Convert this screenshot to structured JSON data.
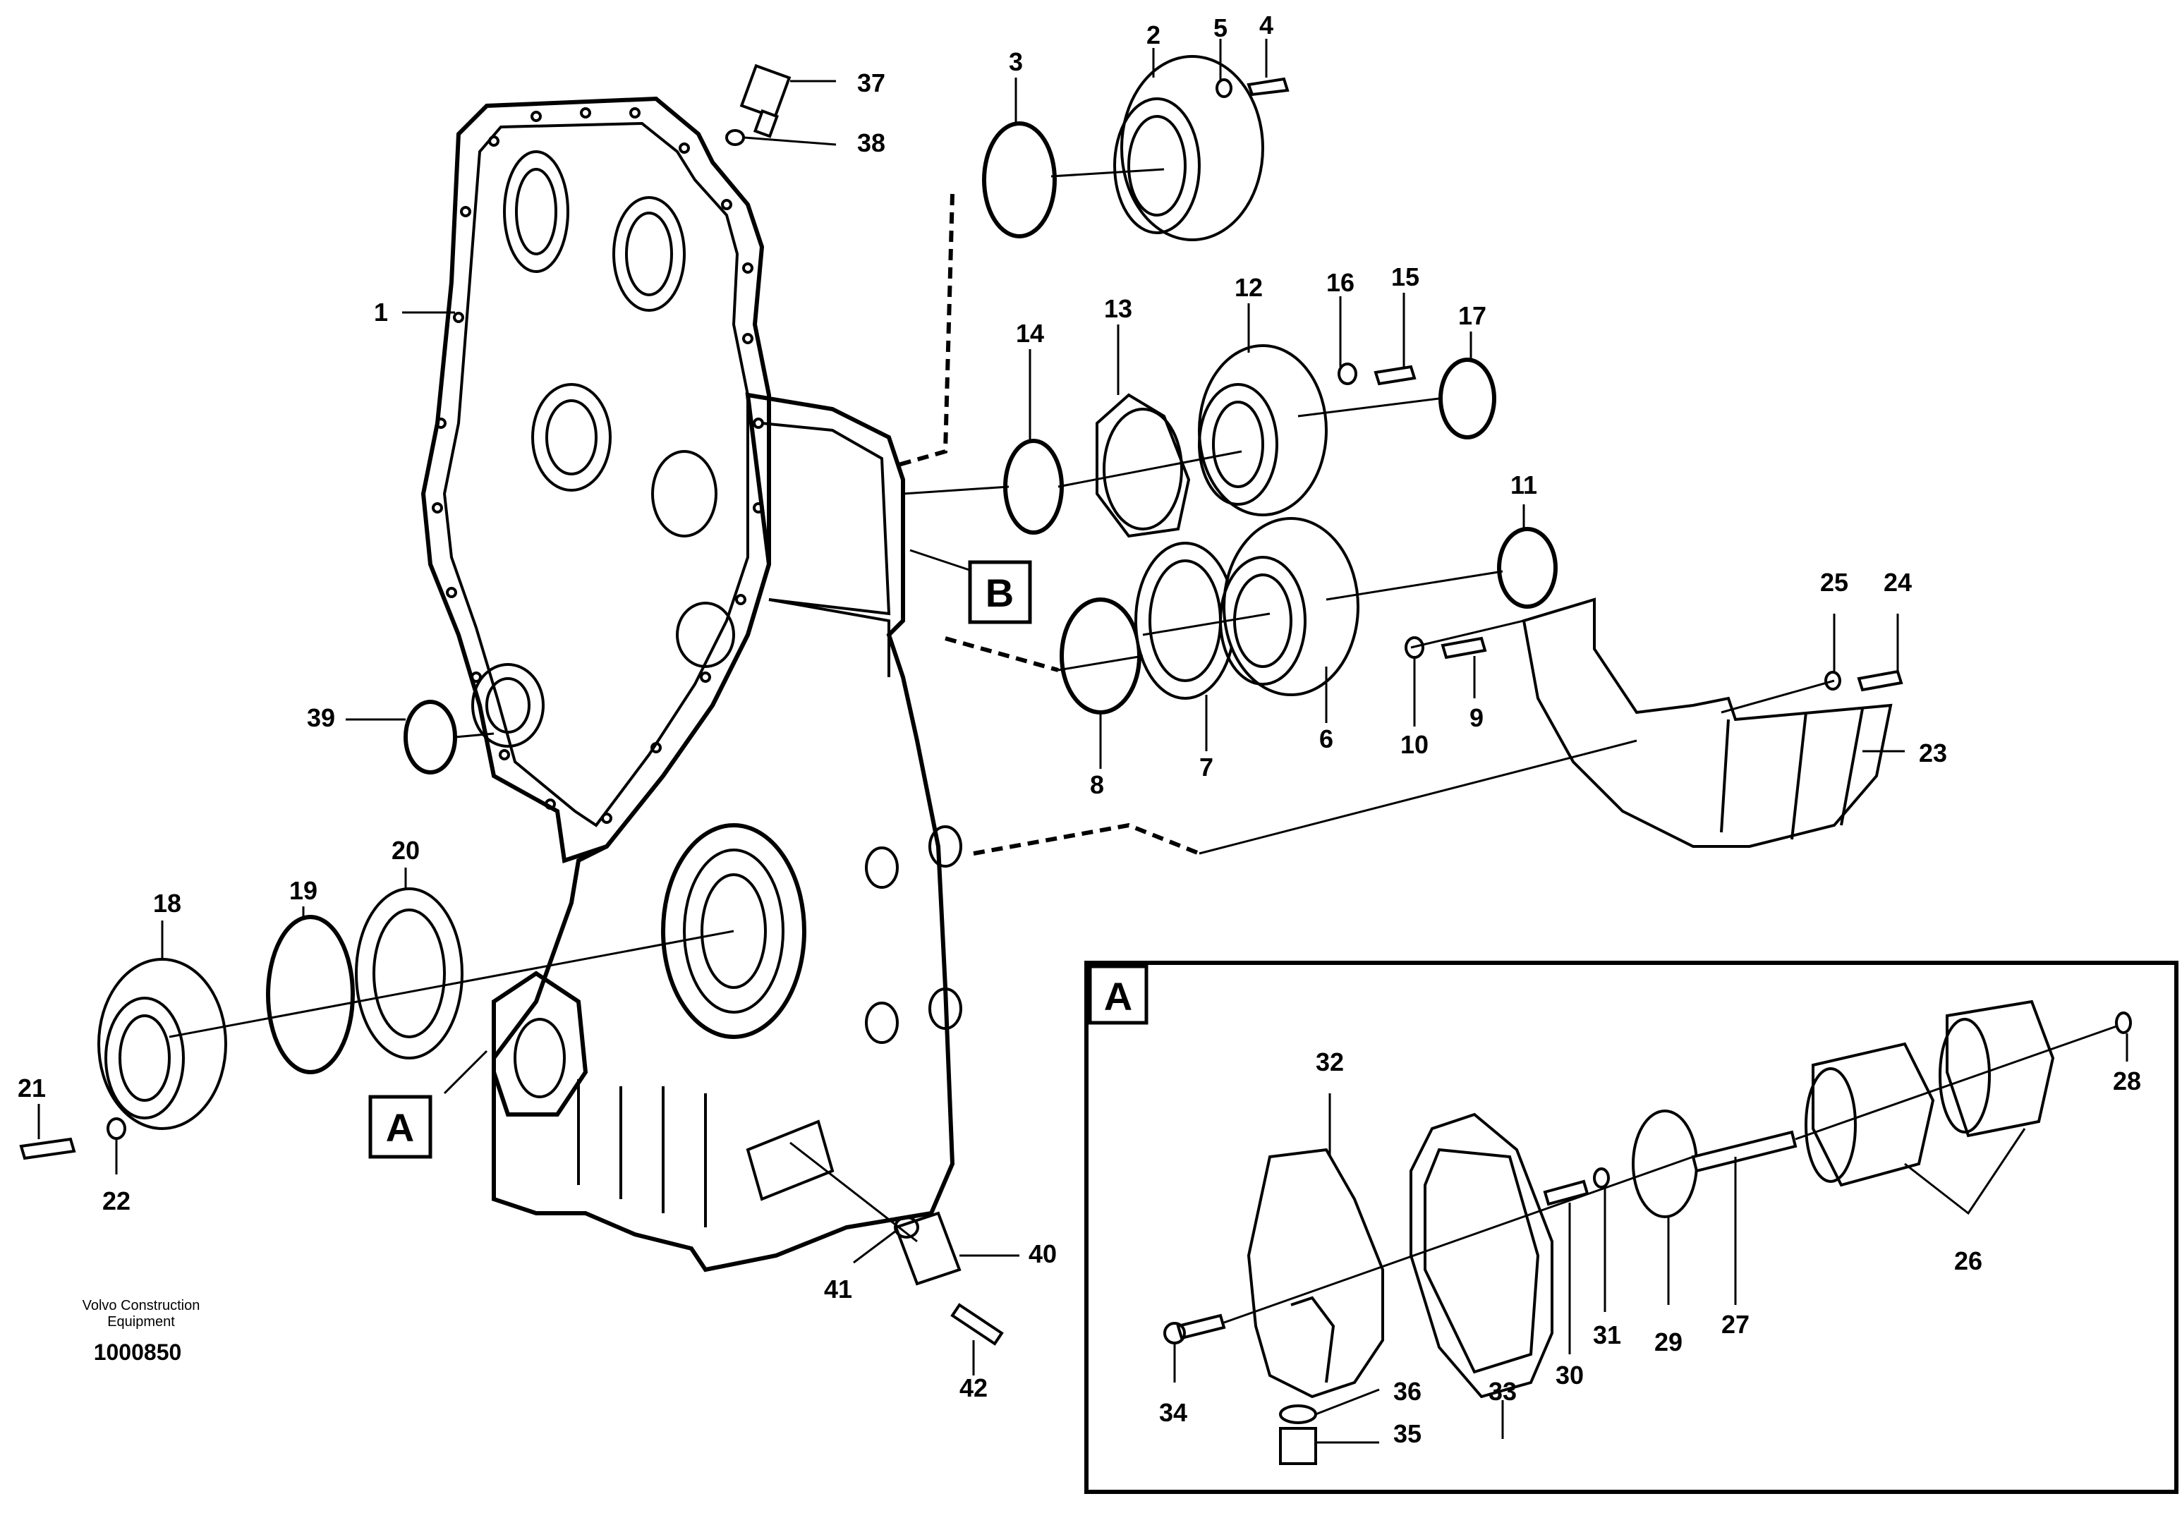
{
  "callouts": [
    {
      "id": "c1",
      "text": "1"
    },
    {
      "id": "c2",
      "text": "2"
    },
    {
      "id": "c3",
      "text": "3"
    },
    {
      "id": "c4",
      "text": "4"
    },
    {
      "id": "c5",
      "text": "5"
    },
    {
      "id": "c6",
      "text": "6"
    },
    {
      "id": "c7",
      "text": "7"
    },
    {
      "id": "c8",
      "text": "8"
    },
    {
      "id": "c9",
      "text": "9"
    },
    {
      "id": "c10",
      "text": "10"
    },
    {
      "id": "c11",
      "text": "11"
    },
    {
      "id": "c12",
      "text": "12"
    },
    {
      "id": "c13",
      "text": "13"
    },
    {
      "id": "c14",
      "text": "14"
    },
    {
      "id": "c15",
      "text": "15"
    },
    {
      "id": "c16",
      "text": "16"
    },
    {
      "id": "c17",
      "text": "17"
    },
    {
      "id": "c18",
      "text": "18"
    },
    {
      "id": "c19",
      "text": "19"
    },
    {
      "id": "c20",
      "text": "20"
    },
    {
      "id": "c21",
      "text": "21"
    },
    {
      "id": "c22",
      "text": "22"
    },
    {
      "id": "c23",
      "text": "23"
    },
    {
      "id": "c24",
      "text": "24"
    },
    {
      "id": "c25",
      "text": "25"
    },
    {
      "id": "c26",
      "text": "26"
    },
    {
      "id": "c27",
      "text": "27"
    },
    {
      "id": "c28",
      "text": "28"
    },
    {
      "id": "c29",
      "text": "29"
    },
    {
      "id": "c30",
      "text": "30"
    },
    {
      "id": "c31",
      "text": "31"
    },
    {
      "id": "c32",
      "text": "32"
    },
    {
      "id": "c33",
      "text": "33"
    },
    {
      "id": "c34",
      "text": "34"
    },
    {
      "id": "c35",
      "text": "35"
    },
    {
      "id": "c36",
      "text": "36"
    },
    {
      "id": "c37",
      "text": "37"
    },
    {
      "id": "c38",
      "text": "38"
    },
    {
      "id": "c39",
      "text": "39"
    },
    {
      "id": "c40",
      "text": "40"
    },
    {
      "id": "c41",
      "text": "41"
    },
    {
      "id": "c42",
      "text": "42"
    }
  ],
  "detail_labels": {
    "a_marker": "A",
    "b_marker": "B",
    "a_inset": "A"
  },
  "footer": {
    "brand_line1": "Volvo Construction",
    "brand_line2": "Equipment",
    "doc_number": "1000850"
  }
}
